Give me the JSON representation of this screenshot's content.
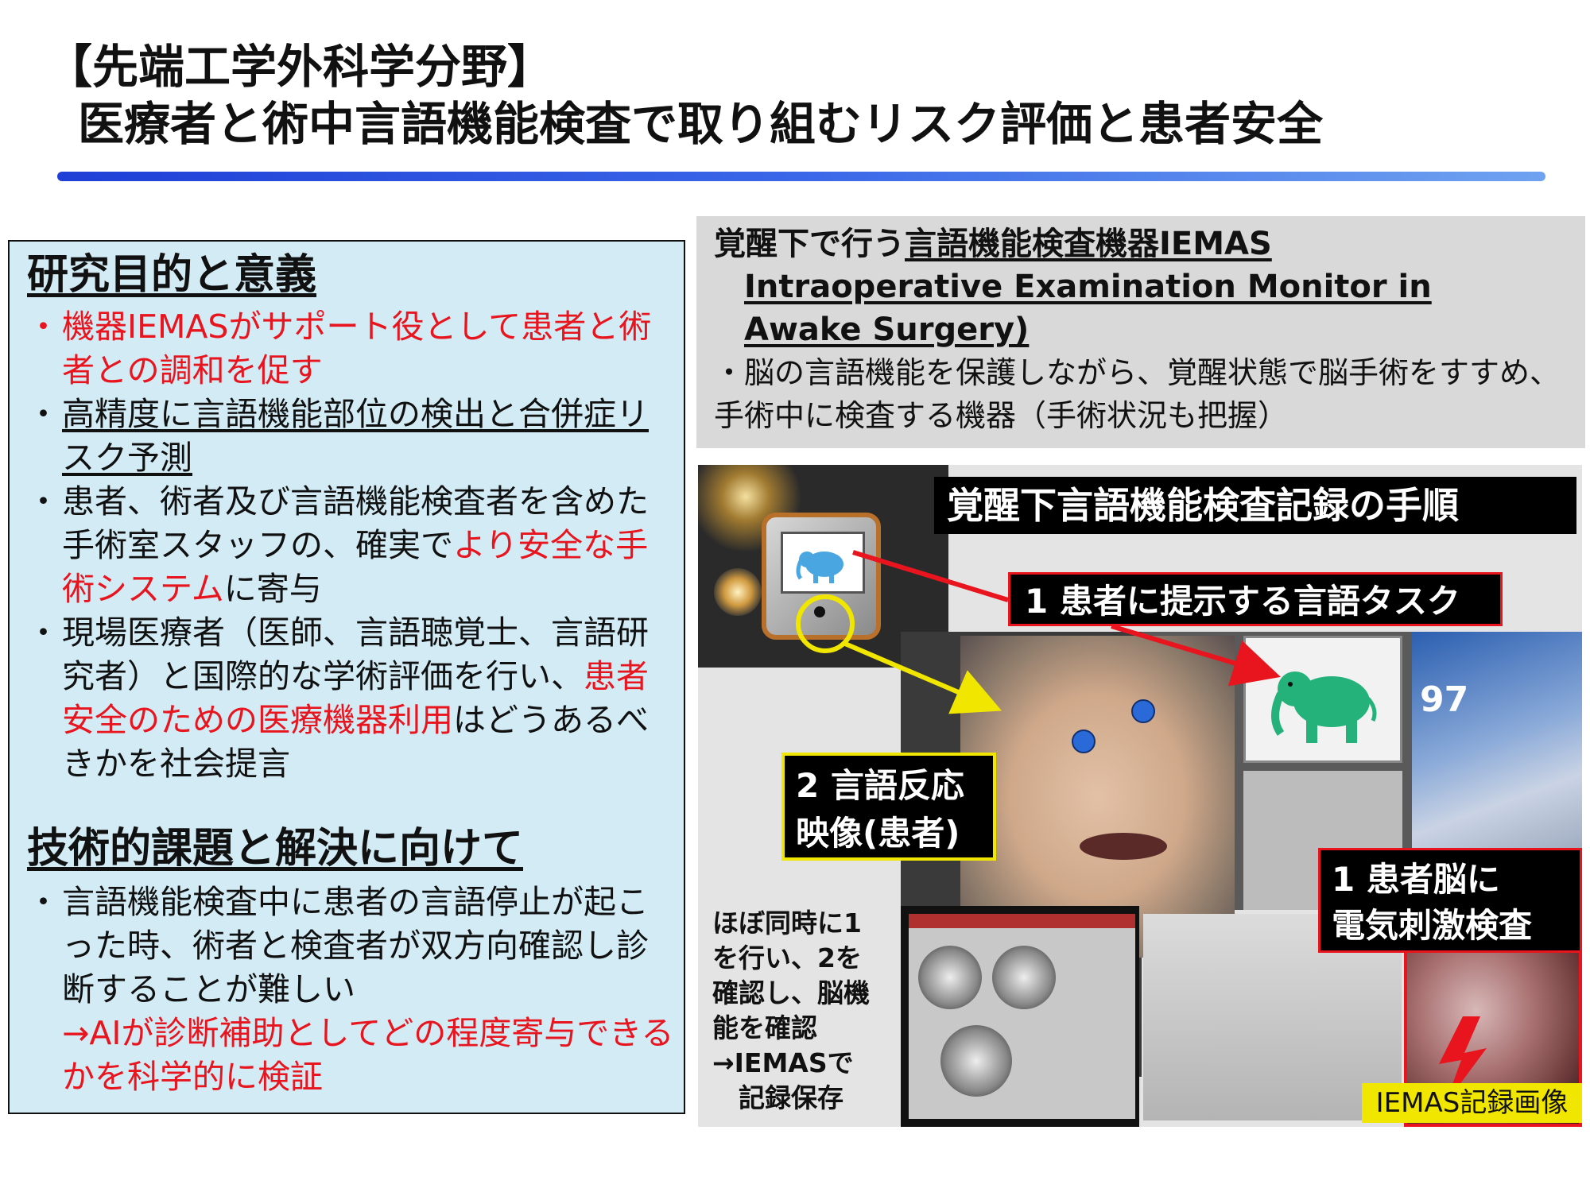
{
  "title": {
    "line1": "【先端工学外科学分野】",
    "line2": "医療者と術中言語機能検査で取り組むリスク評価と患者安全"
  },
  "colors": {
    "accent_red": "#e8141e",
    "panel_blue": "#d2ebf5",
    "highlight_yellow": "#f0e600",
    "bar_blue": "#1f3fd6"
  },
  "left": {
    "section1": {
      "heading": "研究目的と意義",
      "items": [
        {
          "text": "機器IEMASがサポート役として患者と術者との調和を促す"
        },
        {
          "text": "高精度に言語機能部位の検出と合併症リスク予測"
        },
        {
          "pre": "患者、術者及び言語機能検査者を含めた手術室スタッフの、確実で",
          "red": "より安全な手術システム",
          "post": "に寄与"
        },
        {
          "pre": "現場医療者（医師、言語聴覚士、言語研究者）と国際的な学術評価を行い、",
          "red": "患者安全のための医療機器利用",
          "post": "はどうあるべきかを社会提言"
        }
      ]
    },
    "section2": {
      "heading": "技術的課題と解決に向けて",
      "item": {
        "text": "言語機能検査中に患者の言語停止が起こった時、術者と検査者が双方向確認し診断することが難しい",
        "red": "→AIが診断補助としてどの程度寄与できるかを科学的に検証"
      }
    }
  },
  "right": {
    "top": {
      "h1_pre": "覚醒下で行う",
      "h1_ul": "言語機能検査機器IEMAS",
      "h2": "Intraoperative Examination Monitor in",
      "h3": "Awake Surgery)",
      "body": "・脳の言語機能を保護しながら、覚醒状態で脳手術をすすめ、手術中に検査する機器（手術状況も把握）"
    },
    "collage": {
      "header": "覚醒下言語機能検査記録の手順",
      "task_label": "1 患者に提示する言語タスク",
      "response_label_1": "2 言語反応",
      "response_label_2": "映像(患者)",
      "stim_label_1": "1 患者脳に",
      "stim_label_2": "電気刺激検査",
      "note_lines": [
        "ほぼ同時に1",
        "を行い、2を",
        "確認し、脳機",
        "能を確認",
        "→IEMASで",
        "　記録保存"
      ],
      "record_label": "IEMAS記録画像",
      "monitor_text": "97"
    }
  }
}
